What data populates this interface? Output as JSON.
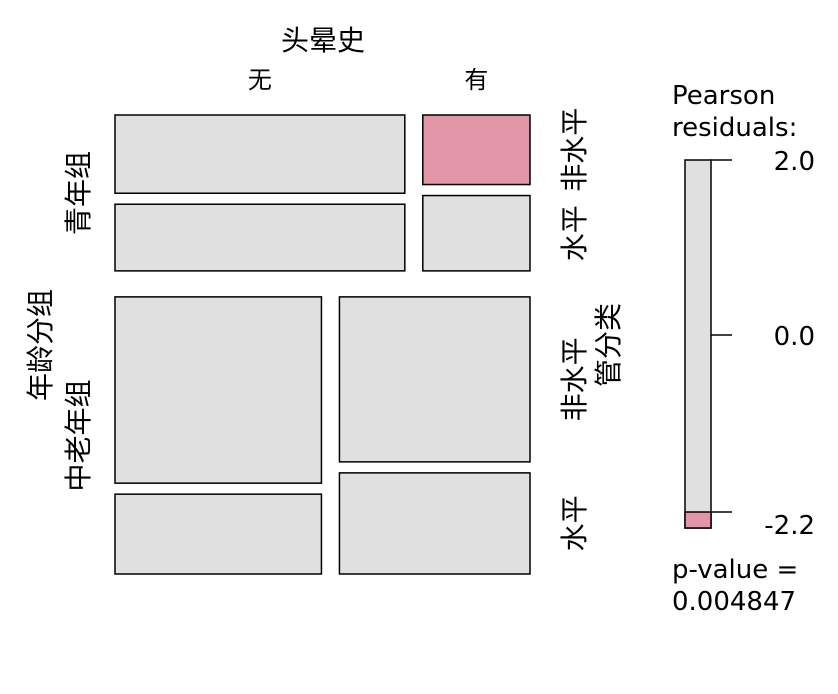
{
  "chart_data": {
    "type": "mosaic",
    "title": "头晕史",
    "column_variable": "头晕史",
    "columns": [
      "无",
      "有"
    ],
    "row_variable": "年龄分组",
    "rows": [
      "青年组",
      "中老年组"
    ],
    "sub_variable": "管分类",
    "sub_levels": [
      "非水平",
      "水平"
    ],
    "row_share": [
      0.36,
      0.64
    ],
    "column_share_by_row": [
      [
        0.73,
        0.27
      ],
      [
        0.52,
        0.48
      ]
    ],
    "sub_share_nonlevel": [
      [
        0.54,
        0.48
      ],
      [
        0.7,
        0.62
      ]
    ],
    "residual_shaded": [
      [
        [
          false,
          false
        ],
        [
          true,
          false
        ]
      ],
      [
        [
          false,
          false
        ],
        [
          false,
          false
        ]
      ]
    ],
    "legend": {
      "title_line1": "Pearson",
      "title_line2": "residuals:",
      "ticks": [
        "2.0",
        "0.0",
        "-2.2"
      ],
      "tick_values": [
        2.0,
        0.0,
        -2.2
      ],
      "pvalue_line1": "p-value =",
      "pvalue_line2": "0.004847"
    },
    "colors": {
      "neutral": "#e0e0e0",
      "positive": "#e295a6",
      "border": "#000000"
    }
  }
}
